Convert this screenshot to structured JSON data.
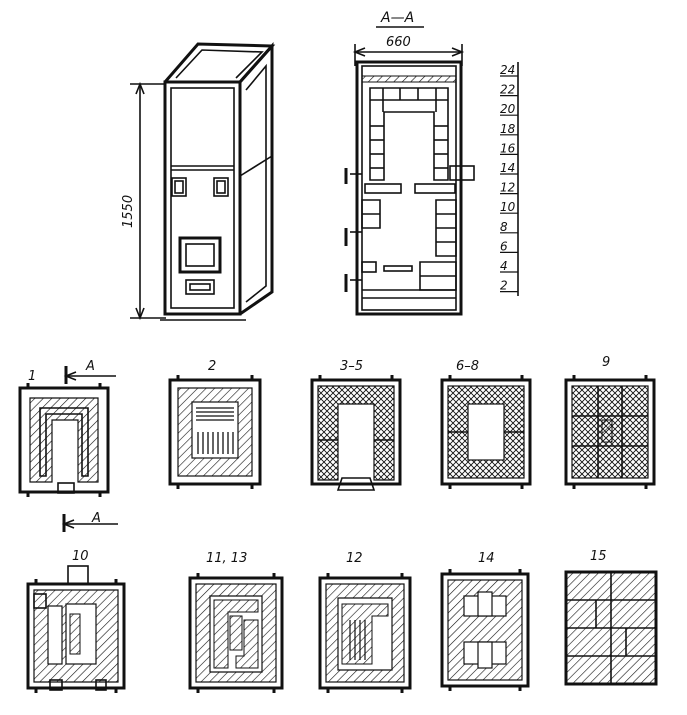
{
  "elevation": {
    "height_dim": "1550"
  },
  "section": {
    "title": "A—A",
    "width_dim": "660",
    "row_ticks": [
      "24",
      "22",
      "20",
      "18",
      "16",
      "14",
      "12",
      "10",
      "8",
      "6",
      "4",
      "2"
    ]
  },
  "plans": {
    "row1": [
      {
        "label": "1",
        "section_marker": "A"
      },
      {
        "label": "2"
      },
      {
        "label": "3–5"
      },
      {
        "label": "6–8"
      },
      {
        "label": "9"
      }
    ],
    "row2": [
      {
        "label": "10",
        "section_marker": "A"
      },
      {
        "label": "11, 13"
      },
      {
        "label": "12"
      },
      {
        "label": "14"
      },
      {
        "label": "15"
      }
    ]
  }
}
